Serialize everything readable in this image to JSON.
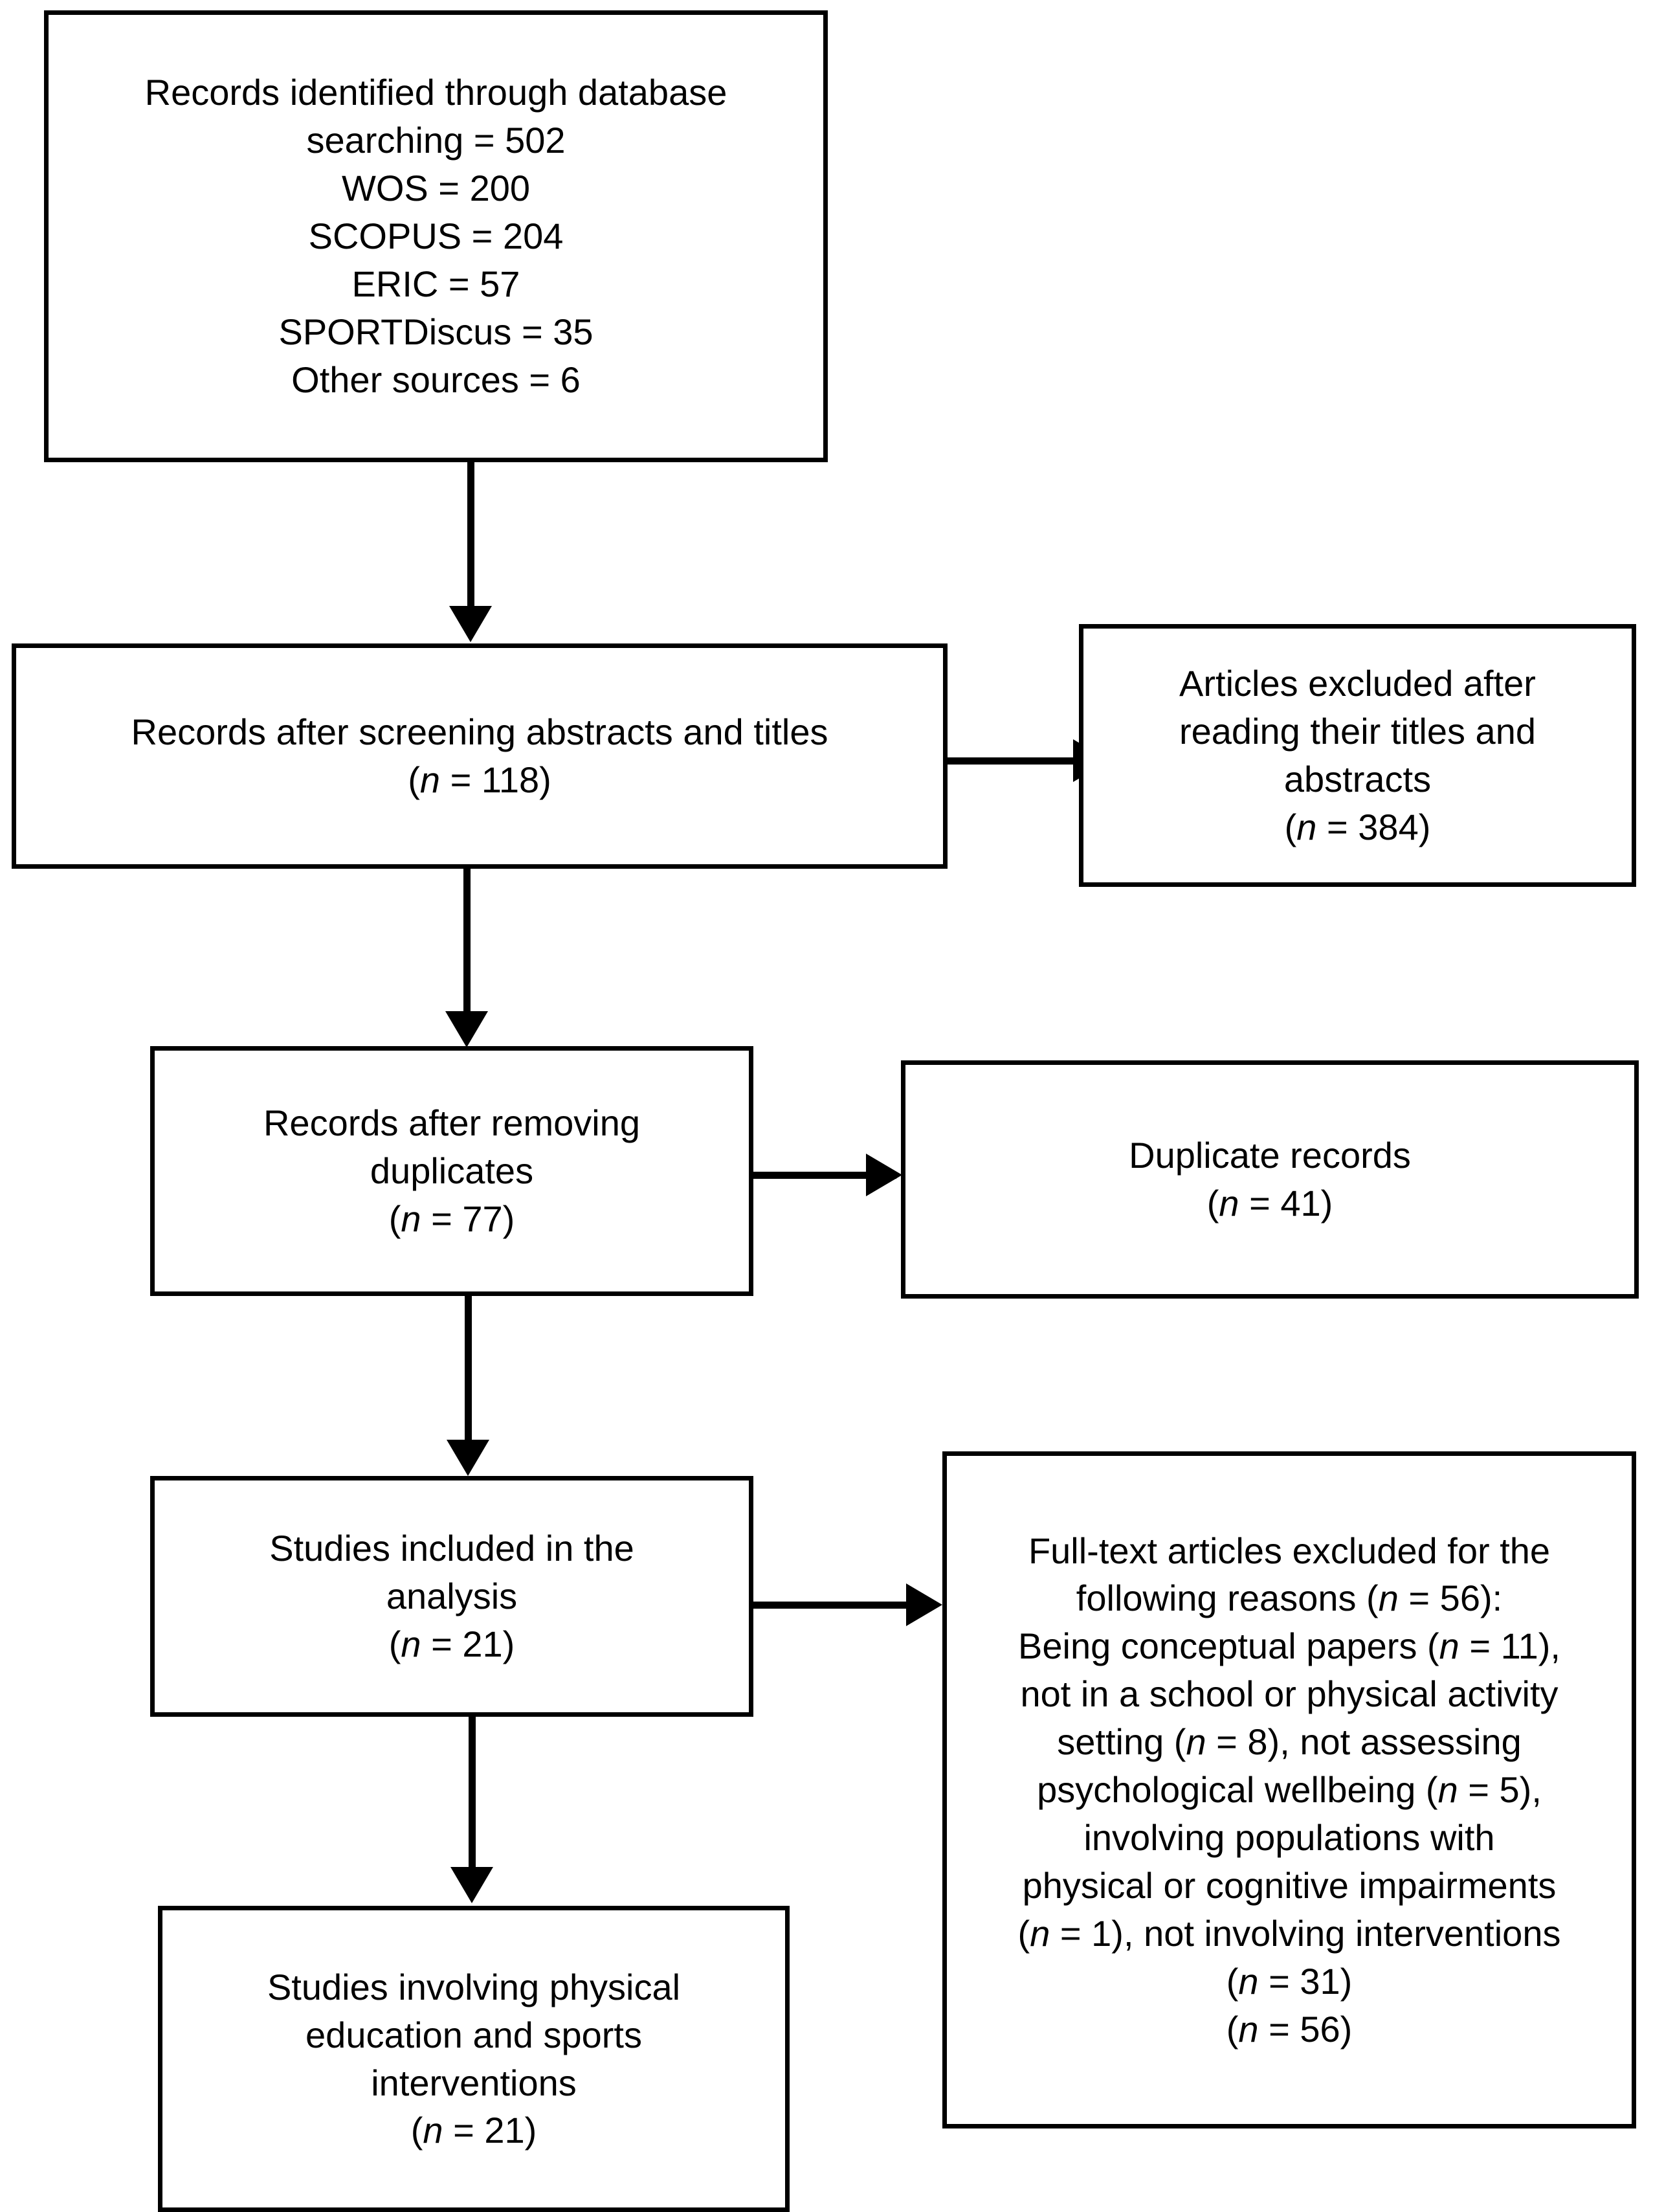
{
  "diagram": {
    "title": "PRISMA study selection flow diagram",
    "type": "flowchart",
    "stroke_color": "#000000",
    "background_color": "#ffffff"
  },
  "boxes": {
    "identification": {
      "lines": [
        "Records identified through database",
        "searching = 502",
        "WOS = 200",
        "SCOPUS = 204",
        "ERIC = 57",
        "SPORTDiscus = 35",
        "Other sources = 6"
      ]
    },
    "screening": {
      "line1": "Records after screening abstracts and titles",
      "line2_prefix": "(",
      "line2_italic": "n",
      "line2_suffix": " = 118)"
    },
    "excluded_abstracts": {
      "line1": "Articles excluded after",
      "line2": "reading their titles and",
      "line3": "abstracts",
      "line4_prefix": "(",
      "line4_italic": "n",
      "line4_suffix": " = 384)"
    },
    "duplicates_removed": {
      "line1": "Records after removing",
      "line2": "duplicates",
      "line3_prefix": "(",
      "line3_italic": "n",
      "line3_suffix": " = 77)"
    },
    "duplicate_records": {
      "line1": "Duplicate records",
      "line2_prefix": "(",
      "line2_italic": "n",
      "line2_suffix": " = 41)"
    },
    "studies_included": {
      "line1": "Studies included in the",
      "line2": "analysis",
      "line3_prefix": "(",
      "line3_italic": "n",
      "line3_suffix": " = 21)"
    },
    "fulltext_excluded": {
      "l1": "Full-text articles excluded for the",
      "l2a": "following reasons (",
      "l2i": "n",
      "l2b": " = 56):",
      "l3a": "Being conceptual papers (",
      "l3i": "n",
      "l3b": " = 11),",
      "l4": "not in a school or physical activity",
      "l5a": "setting (",
      "l5i": "n",
      "l5b": " = 8), not assessing",
      "l6a": "psychological wellbeing (",
      "l6i": "n",
      "l6b": " = 5),",
      "l7": "involving populations with",
      "l8": "physical or cognitive impairments",
      "l9a": "(",
      "l9i": "n",
      "l9b": " = 1), not involving interventions",
      "l10a": "(",
      "l10i": "n",
      "l10b": " = 31)",
      "l11a": "(",
      "l11i": "n",
      "l11b": " = 56)"
    },
    "studies_pe_sports": {
      "line1": "Studies involving physical",
      "line2": "education and sports",
      "line3": "interventions",
      "line4_prefix": "(",
      "line4_italic": "n",
      "line4_suffix": " = 21)"
    }
  },
  "chart_data": {
    "type": "table",
    "title": "PRISMA study selection flow",
    "stages": [
      {
        "stage": "Records identified through database searching",
        "n": 502
      },
      {
        "stage": "WOS",
        "n": 200
      },
      {
        "stage": "SCOPUS",
        "n": 204
      },
      {
        "stage": "ERIC",
        "n": 57
      },
      {
        "stage": "SPORTDiscus",
        "n": 35
      },
      {
        "stage": "Other sources",
        "n": 6
      },
      {
        "stage": "Records after screening abstracts and titles",
        "n": 118
      },
      {
        "stage": "Articles excluded after reading their titles and abstracts",
        "n": 384
      },
      {
        "stage": "Records after removing duplicates",
        "n": 77
      },
      {
        "stage": "Duplicate records",
        "n": 41
      },
      {
        "stage": "Studies included in the analysis",
        "n": 21
      },
      {
        "stage": "Full-text articles excluded",
        "n": 56
      },
      {
        "stage": "Being conceptual papers",
        "n": 11
      },
      {
        "stage": "Not in a school or physical activity setting",
        "n": 8
      },
      {
        "stage": "Not assessing psychological wellbeing",
        "n": 5
      },
      {
        "stage": "Involving populations with physical or cognitive impairments",
        "n": 1
      },
      {
        "stage": "Not involving interventions",
        "n": 31
      },
      {
        "stage": "Studies involving physical education and sports interventions",
        "n": 21
      }
    ]
  }
}
